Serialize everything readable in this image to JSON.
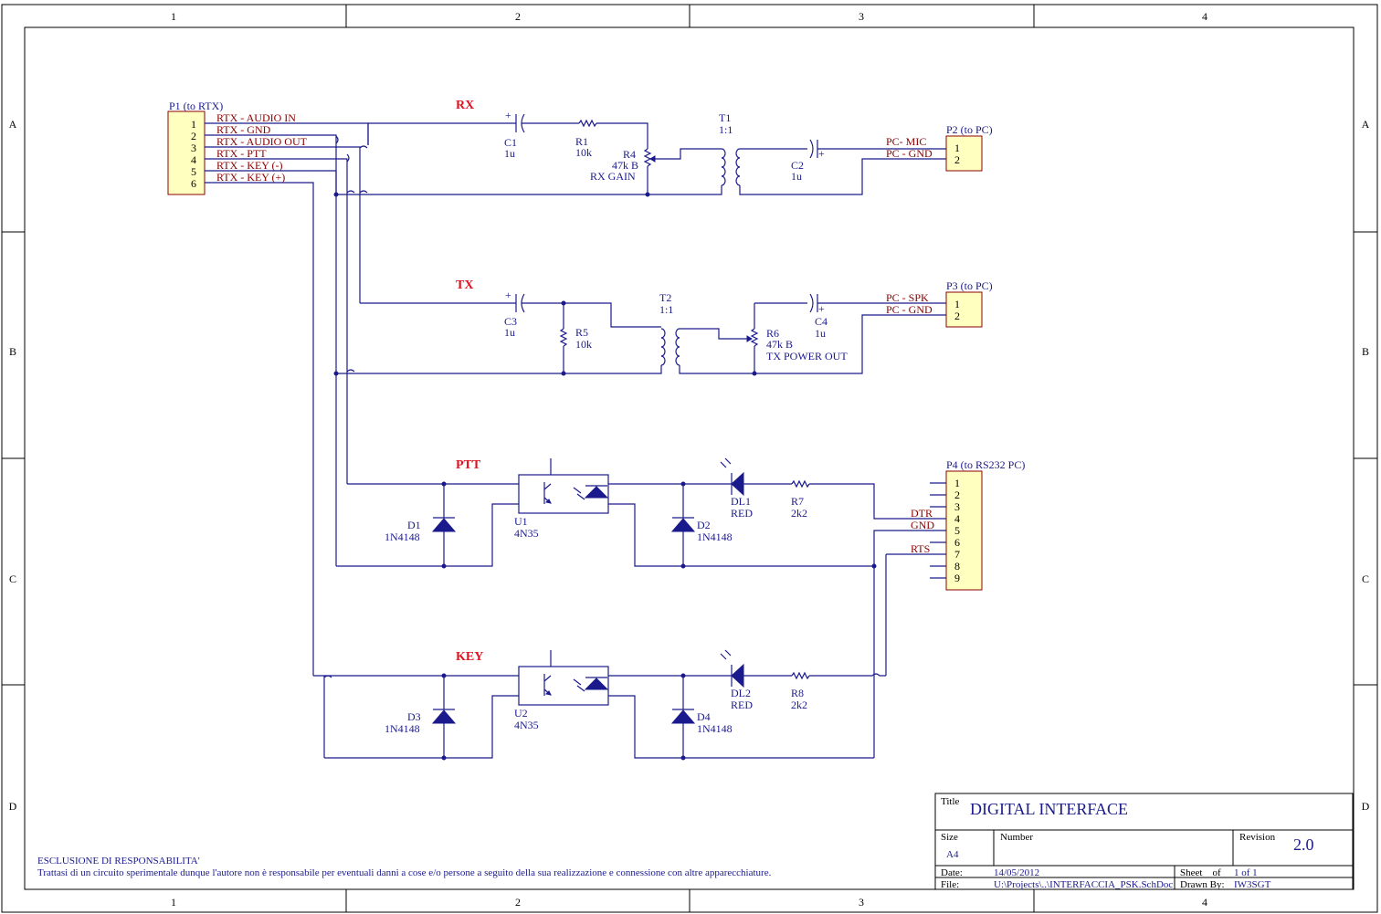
{
  "frame": {
    "columns": [
      "1",
      "2",
      "3",
      "4"
    ],
    "rows": [
      "A",
      "B",
      "C",
      "D"
    ]
  },
  "sections": {
    "rx": "RX",
    "tx": "TX",
    "ptt": "PTT",
    "key": "KEY"
  },
  "connectors": {
    "p1": {
      "label": "P1 (to RTX)",
      "pins": [
        "1",
        "2",
        "3",
        "4",
        "5",
        "6"
      ],
      "nets": [
        "RTX - AUDIO IN",
        "RTX - GND",
        "RTX - AUDIO OUT",
        "RTX - PTT",
        "RTX - KEY (-)",
        "RTX - KEY (+)"
      ]
    },
    "p2": {
      "label": "P2 (to PC)",
      "pins": [
        "1",
        "2"
      ],
      "nets": [
        "PC- MIC",
        "PC - GND"
      ]
    },
    "p3": {
      "label": "P3 (to PC)",
      "pins": [
        "1",
        "2"
      ],
      "nets": [
        "PC - SPK",
        "PC - GND"
      ]
    },
    "p4": {
      "label": "P4 (to RS232 PC)",
      "pins": [
        "1",
        "2",
        "3",
        "4",
        "5",
        "6",
        "7",
        "8",
        "9"
      ],
      "nets": [
        "DTR",
        "GND",
        "RTS"
      ]
    }
  },
  "components": {
    "c1": {
      "ref": "C1",
      "value": "1u"
    },
    "r1": {
      "ref": "R1",
      "value": "10k"
    },
    "r4": {
      "ref": "R4",
      "value": "47k B",
      "note": "RX GAIN"
    },
    "t1": {
      "ref": "T1",
      "value": "1:1"
    },
    "c2": {
      "ref": "C2",
      "value": "1u"
    },
    "c3": {
      "ref": "C3",
      "value": "1u"
    },
    "r5": {
      "ref": "R5",
      "value": "10k"
    },
    "t2": {
      "ref": "T2",
      "value": "1:1"
    },
    "r6": {
      "ref": "R6",
      "value": "47k B",
      "note": "TX POWER OUT"
    },
    "c4": {
      "ref": "C4",
      "value": "1u"
    },
    "d1": {
      "ref": "D1",
      "value": "1N4148"
    },
    "u1": {
      "ref": "U1",
      "value": "4N35"
    },
    "d2": {
      "ref": "D2",
      "value": "1N4148"
    },
    "dl1": {
      "ref": "DL1",
      "value": "RED"
    },
    "r7": {
      "ref": "R7",
      "value": "2k2"
    },
    "d3": {
      "ref": "D3",
      "value": "1N4148"
    },
    "u2": {
      "ref": "U2",
      "value": "4N35"
    },
    "d4": {
      "ref": "D4",
      "value": "1N4148"
    },
    "dl2": {
      "ref": "DL2",
      "value": "RED"
    },
    "r8": {
      "ref": "R8",
      "value": "2k2"
    }
  },
  "title_block": {
    "title_label": "Title",
    "title": "DIGITAL INTERFACE",
    "size_label": "Size",
    "size": "A4",
    "number_label": "Number",
    "revision_label": "Revision",
    "revision": "2.0",
    "date_label": "Date:",
    "date": "14/05/2012",
    "sheet_label": "Sheet    of",
    "sheet": "1 of 1",
    "file_label": "File:",
    "file": "U:\\Projects\\..\\INTERFACCIA_PSK.SchDoc",
    "drawn_label": "Drawn By:",
    "drawn_by": "IW3SGT"
  },
  "disclaimer": {
    "heading": "ESCLUSIONE DI RESPONSABILITA'",
    "text": "Trattasi di un circuito sperimentale dunque l'autore non è responsabile per eventuali danni a cose e/o persone a seguito della sua realizzazione e connessione con altre apparecchiature."
  }
}
